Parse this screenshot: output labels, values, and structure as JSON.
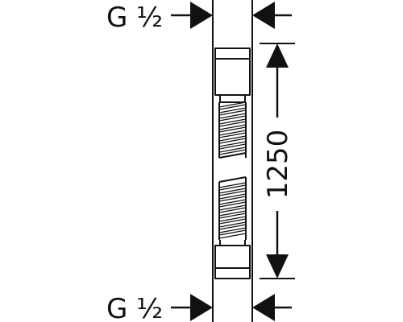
{
  "labels": {
    "thread_top": "G ½",
    "thread_bottom": "G ½",
    "length": "1250"
  },
  "colors": {
    "line": "#111111",
    "background": "#ffffff"
  }
}
